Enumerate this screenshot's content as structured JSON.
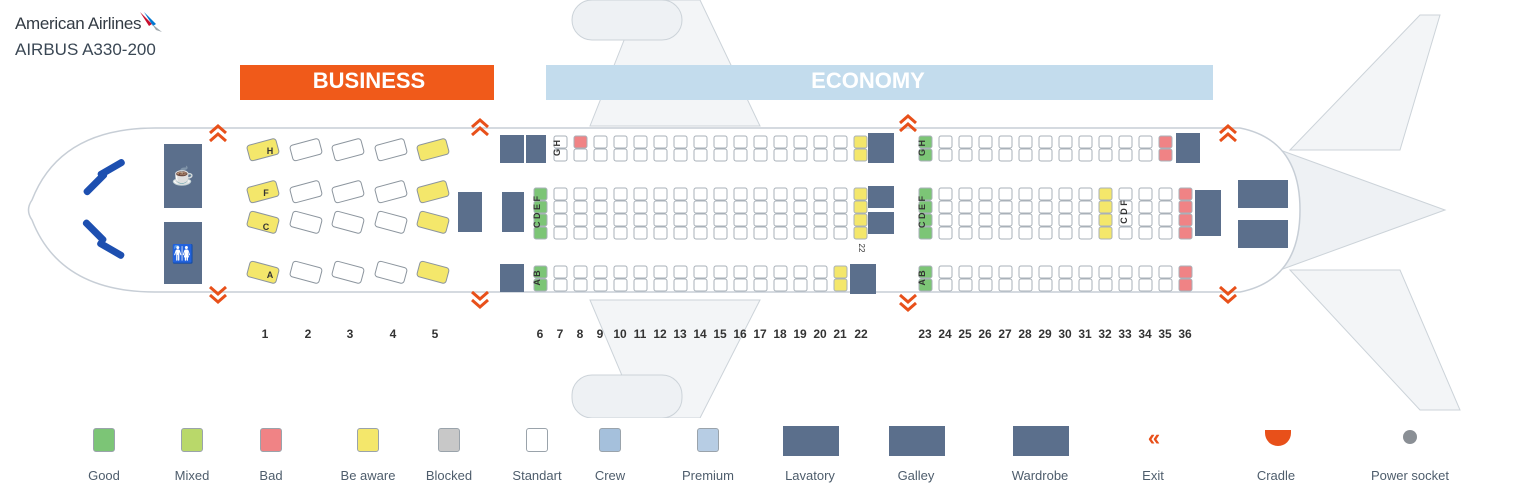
{
  "header": {
    "airline": "American Airlines",
    "aircraft": "AIRBUS A330-200"
  },
  "cabins": {
    "business_label": "BUSINESS",
    "economy_label": "ECONOMY"
  },
  "rows": {
    "business": [
      "1",
      "2",
      "3",
      "4",
      "5"
    ],
    "economy": [
      "6",
      "7",
      "8",
      "9",
      "10",
      "11",
      "12",
      "13",
      "14",
      "15",
      "16",
      "17",
      "18",
      "19",
      "20",
      "21",
      "22",
      "23",
      "24",
      "25",
      "26",
      "27",
      "28",
      "29",
      "30",
      "31",
      "32",
      "33",
      "34",
      "35",
      "36"
    ]
  },
  "seat_letters": {
    "business_top": "H",
    "business_mid_top": "F",
    "business_mid_bottom": "C",
    "business_bottom": "A",
    "eco_gh": "G H",
    "eco_cdef": "C D E F",
    "eco_ab": "A B",
    "eco_cdf": "C D F"
  },
  "row_22_small_label": "22",
  "colors": {
    "business_accent": "#f05a1a",
    "economy_accent": "#c3dced",
    "good": "#7cc576",
    "bad": "#f08385",
    "be_aware": "#f4e76b",
    "blocked": "#c8c8c8",
    "facility": "#5b6f8c",
    "exit": "#e8501a"
  },
  "legend": [
    {
      "label": "Good",
      "icon": "good-seat-icon"
    },
    {
      "label": "Mixed",
      "icon": "mixed-seat-icon"
    },
    {
      "label": "Bad",
      "icon": "bad-seat-icon"
    },
    {
      "label": "Be aware",
      "icon": "be-aware-seat-icon"
    },
    {
      "label": "Blocked",
      "icon": "blocked-seat-icon"
    },
    {
      "label": "Standart",
      "icon": "standard-seat-icon"
    },
    {
      "label": "Crew",
      "icon": "crew-seat-icon"
    },
    {
      "label": "Premium",
      "icon": "premium-seat-icon"
    },
    {
      "label": "Lavatory",
      "icon": "lavatory-icon"
    },
    {
      "label": "Galley",
      "icon": "galley-icon"
    },
    {
      "label": "Wardrobe",
      "icon": "wardrobe-icon"
    },
    {
      "label": "Exit",
      "icon": "exit-icon"
    },
    {
      "label": "Cradle",
      "icon": "cradle-icon"
    },
    {
      "label": "Power socket",
      "icon": "power-socket-icon"
    }
  ]
}
